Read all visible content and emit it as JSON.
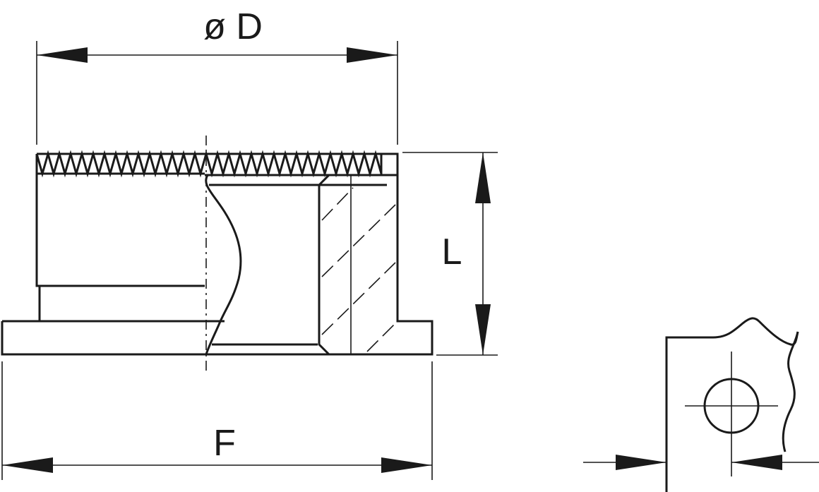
{
  "dimensions": {
    "diameter": {
      "symbol": "ø",
      "letter": "D"
    },
    "length": {
      "letter": "L"
    },
    "flange": {
      "letter": "F"
    }
  },
  "colors": {
    "line": "#1a1a1a",
    "background": "#ffffff"
  }
}
